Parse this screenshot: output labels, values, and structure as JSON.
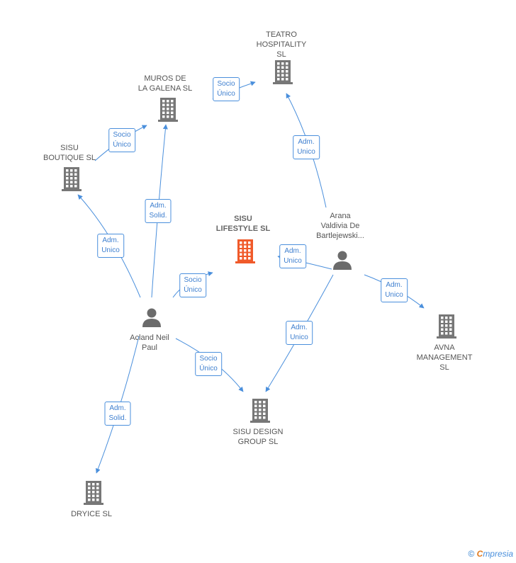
{
  "colors": {
    "edge": "#4a8fdc",
    "building": "#777777",
    "focus": "#f05a2a",
    "person": "#6b6b6b"
  },
  "nodes": [
    {
      "id": "teatro",
      "type": "company",
      "label": "TEATRO\nHOSPITALITY\nSL",
      "icon": "building-icon"
    },
    {
      "id": "muros",
      "type": "company",
      "label": "MUROS DE\nLA GALENA SL",
      "icon": "building-icon"
    },
    {
      "id": "sisu_boutique",
      "type": "company",
      "label": "SISU\nBOUTIQUE SL",
      "icon": "building-icon"
    },
    {
      "id": "sisu_lifestyle",
      "type": "company",
      "focus": true,
      "label": "SISU\nLIFESTYLE  SL",
      "icon": "building-icon"
    },
    {
      "id": "arana",
      "type": "person",
      "label": "Arana\nValdivia De\nBartlejewski...",
      "icon": "person-icon"
    },
    {
      "id": "acland",
      "type": "person",
      "label": "Acland Neil\nPaul",
      "icon": "person-icon"
    },
    {
      "id": "avna",
      "type": "company",
      "label": "AVNA\nMANAGEMENT\nSL",
      "icon": "building-icon"
    },
    {
      "id": "sisu_design",
      "type": "company",
      "label": "SISU DESIGN\nGROUP  SL",
      "icon": "building-icon"
    },
    {
      "id": "dryice",
      "type": "company",
      "label": "DRYICE SL",
      "icon": "building-icon"
    }
  ],
  "edges": [
    {
      "from": "muros",
      "to": "teatro",
      "label": "Socio\nÚnico"
    },
    {
      "from": "sisu_boutique",
      "to": "muros",
      "label": "Socio\nÚnico"
    },
    {
      "from": "arana",
      "to": "teatro",
      "label": "Adm.\nUnico"
    },
    {
      "from": "acland",
      "to": "muros",
      "label": "Adm.\nSolid."
    },
    {
      "from": "acland",
      "to": "sisu_boutique",
      "label": "Adm.\nUnico"
    },
    {
      "from": "acland",
      "to": "sisu_lifestyle",
      "label": "Socio\nÚnico"
    },
    {
      "from": "arana",
      "to": "sisu_lifestyle",
      "label": "Adm.\nUnico"
    },
    {
      "from": "arana",
      "to": "avna",
      "label": "Adm.\nUnico"
    },
    {
      "from": "arana",
      "to": "sisu_design",
      "label": "Adm.\nUnico"
    },
    {
      "from": "acland",
      "to": "sisu_design",
      "label": "Socio\nÚnico"
    },
    {
      "from": "acland",
      "to": "dryice",
      "label": "Adm.\nSolid."
    }
  ],
  "footer": {
    "copyright": "©",
    "brand_initial": "C",
    "brand_rest": "mpresia"
  }
}
